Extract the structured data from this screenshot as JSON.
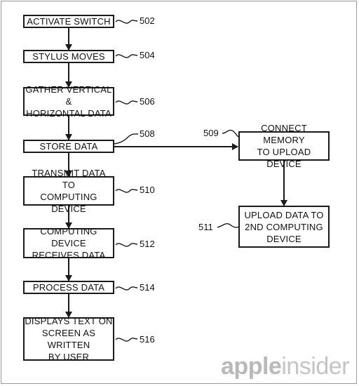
{
  "diagram": {
    "steps": [
      {
        "id": "502",
        "text": "ACTIVATE SWITCH"
      },
      {
        "id": "504",
        "text": "STYLUS MOVES"
      },
      {
        "id": "506",
        "text": "GATHER VERTICAL &\nHORIZONTAL DATA"
      },
      {
        "id": "508",
        "text": "STORE DATA"
      },
      {
        "id": "510",
        "text": "TRANSMIT DATA TO\nCOMPUTING DEVICE"
      },
      {
        "id": "512",
        "text": "COMPUTING DEVICE\nRECEIVES DATA"
      },
      {
        "id": "514",
        "text": "PROCESS DATA"
      },
      {
        "id": "516",
        "text": "DISPLAYS TEXT ON\nSCREEN AS WRITTEN\nBY USER"
      },
      {
        "id": "509",
        "text": "CONNECT MEMORY\nTO UPLOAD DEVICE"
      },
      {
        "id": "511",
        "text": "UPLOAD DATA TO\n2ND COMPUTING\nDEVICE"
      }
    ]
  },
  "watermark": {
    "bold": "apple",
    "light": "insider"
  }
}
